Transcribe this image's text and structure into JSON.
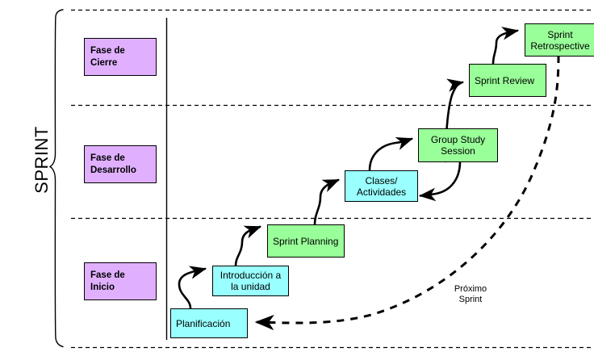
{
  "diagram": {
    "title": "SPRINT",
    "side_label": "SPRINT",
    "colors": {
      "phase_fill": "#e0b0ff",
      "task_fill": "#99ffff",
      "event_fill": "#99ff99",
      "stroke": "#000000",
      "background": "#ffffff"
    },
    "phases": [
      {
        "id": "fase-cierre",
        "label": "Fase de\nCierre",
        "line1": "Fase de",
        "line2": "Cierre"
      },
      {
        "id": "fase-desarrollo",
        "label": "Fase de\nDesarrollo",
        "line1": "Fase de",
        "line2": "Desarrollo"
      },
      {
        "id": "fase-inicio",
        "label": "Fase de\nInicio",
        "line1": "Fase de",
        "line2": "Inicio"
      }
    ],
    "nodes": [
      {
        "id": "planificacion",
        "label": "Planificación",
        "type": "task",
        "phase": "fase-inicio"
      },
      {
        "id": "introduccion",
        "line1": "Introducción a",
        "line2": "la unidad",
        "label": "Introducción a la unidad",
        "type": "task",
        "phase": "fase-inicio"
      },
      {
        "id": "sprint-planning",
        "label": "Sprint Planning",
        "type": "event",
        "phase": "fase-inicio"
      },
      {
        "id": "clases-actividades",
        "line1": "Clases/",
        "line2": "Actividades",
        "label": "Clases/ Actividades",
        "type": "task",
        "phase": "fase-desarrollo"
      },
      {
        "id": "group-study-session",
        "line1": "Group Study",
        "line2": "Session",
        "label": "Group Study Session",
        "type": "event",
        "phase": "fase-desarrollo"
      },
      {
        "id": "sprint-review",
        "label": "Sprint Review",
        "type": "event",
        "phase": "fase-cierre"
      },
      {
        "id": "sprint-retrospective",
        "line1": "Sprint",
        "line2": "Retrospective",
        "label": "Sprint Retrospective",
        "type": "event",
        "phase": "fase-cierre"
      }
    ],
    "edges": [
      {
        "from": "planificacion",
        "to": "introduccion",
        "style": "solid"
      },
      {
        "from": "introduccion",
        "to": "sprint-planning",
        "style": "solid"
      },
      {
        "from": "sprint-planning",
        "to": "clases-actividades",
        "style": "solid"
      },
      {
        "from": "clases-actividades",
        "to": "group-study-session",
        "style": "solid"
      },
      {
        "from": "group-study-session",
        "to": "clases-actividades",
        "style": "solid"
      },
      {
        "from": "group-study-session",
        "to": "sprint-review",
        "style": "solid"
      },
      {
        "from": "sprint-review",
        "to": "sprint-retrospective",
        "style": "solid"
      },
      {
        "from": "sprint-retrospective",
        "to": "planificacion",
        "style": "dashed",
        "label_line1": "Próximo",
        "label_line2": "Sprint"
      }
    ],
    "edge_label": {
      "line1": "Próximo",
      "line2": "Sprint"
    }
  }
}
